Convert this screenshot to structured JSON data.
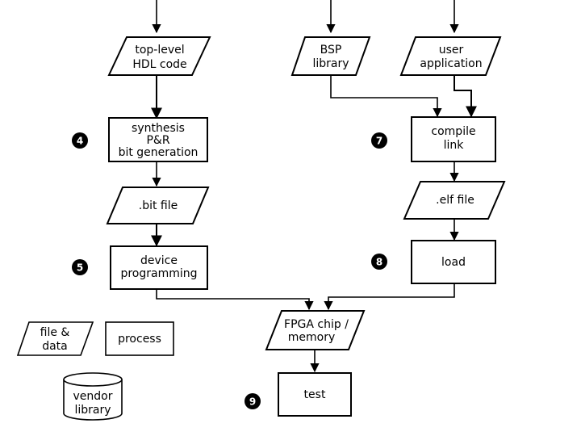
{
  "nodes": {
    "top_level_hdl": {
      "line1": "top-level",
      "line2": "HDL code"
    },
    "bsp_library": {
      "line1": "BSP",
      "line2": "library"
    },
    "user_application": {
      "line1": "user",
      "line2": "application"
    },
    "synthesis": {
      "line1": "synthesis",
      "line2": "P&R",
      "line3": "bit generation"
    },
    "compile_link": {
      "line1": "compile",
      "line2": "link"
    },
    "bit_file": {
      "line1": ".bit file"
    },
    "elf_file": {
      "line1": ".elf file"
    },
    "device_programming": {
      "line1": "device",
      "line2": "programming"
    },
    "load": {
      "line1": "load"
    },
    "fpga_chip": {
      "line1": "FPGA chip /",
      "line2": "memory"
    },
    "test": {
      "line1": "test"
    }
  },
  "steps": {
    "s4": "4",
    "s5": "5",
    "s7": "7",
    "s8": "8",
    "s9": "9"
  },
  "legend": {
    "file_data": {
      "line1": "file &",
      "line2": "data"
    },
    "process": "process",
    "vendor_library": {
      "line1": "vendor",
      "line2": "library"
    }
  }
}
